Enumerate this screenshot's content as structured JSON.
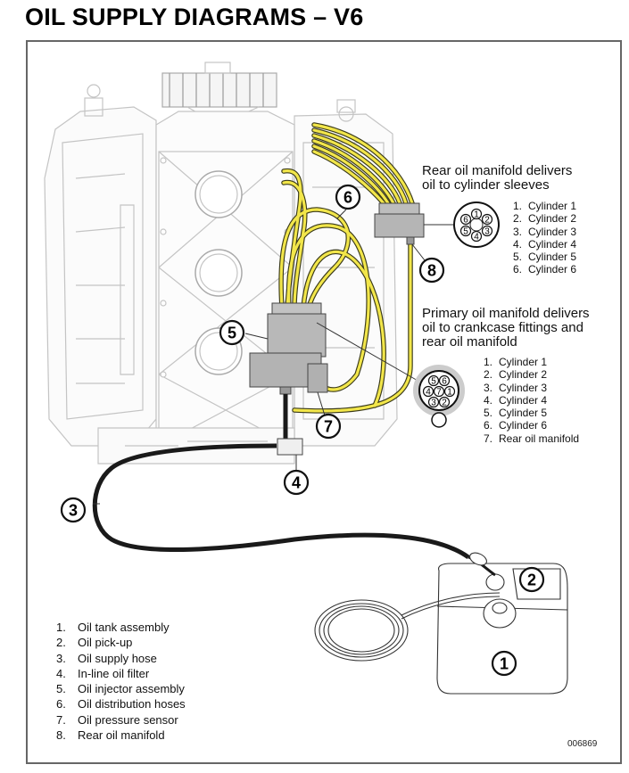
{
  "title": "OIL SUPPLY DIAGRAMS – V6",
  "figure_id": "006869",
  "colors": {
    "hose_yellow": "#f2e64a",
    "hose_outline": "#3a3a1a",
    "supply_hose": "#1a1a1a",
    "engine_lines": "#c8c8c8",
    "component_gray": "#b9b9b9",
    "frame": "#666666"
  },
  "callouts": [
    {
      "num": "1",
      "target": "Oil tank assembly"
    },
    {
      "num": "2",
      "target": "Oil pick-up"
    },
    {
      "num": "3",
      "target": "Oil supply hose"
    },
    {
      "num": "4",
      "target": "In-line oil filter"
    },
    {
      "num": "5",
      "target": "Oil injector assembly"
    },
    {
      "num": "6",
      "target": "Oil distribution hoses"
    },
    {
      "num": "7",
      "target": "Oil pressure sensor"
    },
    {
      "num": "8",
      "target": "Rear oil manifold"
    }
  ],
  "rear_manifold": {
    "caption_line1": "Rear oil manifold delivers",
    "caption_line2": "oil to cylinder sleeves",
    "connector_ports": [
      "1",
      "2",
      "3",
      "4",
      "5",
      "6"
    ],
    "items": [
      {
        "num": "1.",
        "label": "Cylinder 1"
      },
      {
        "num": "2.",
        "label": "Cylinder 2"
      },
      {
        "num": "3.",
        "label": "Cylinder 3"
      },
      {
        "num": "4.",
        "label": "Cylinder 4"
      },
      {
        "num": "5.",
        "label": "Cylinder 5"
      },
      {
        "num": "6.",
        "label": "Cylinder 6"
      }
    ]
  },
  "primary_manifold": {
    "caption_line1": "Primary oil manifold delivers",
    "caption_line2": "oil to crankcase fittings and",
    "caption_line3": "rear oil manifold",
    "connector_ports": [
      "1",
      "2",
      "3",
      "4",
      "5",
      "6",
      "7"
    ],
    "items": [
      {
        "num": "1.",
        "label": "Cylinder 1"
      },
      {
        "num": "2.",
        "label": "Cylinder 2"
      },
      {
        "num": "3.",
        "label": "Cylinder 3"
      },
      {
        "num": "4.",
        "label": "Cylinder 4"
      },
      {
        "num": "5.",
        "label": "Cylinder 5"
      },
      {
        "num": "6.",
        "label": "Cylinder 6"
      },
      {
        "num": "7.",
        "label": "Rear oil manifold"
      }
    ]
  },
  "legend": [
    {
      "num": "1.",
      "label": "Oil tank assembly"
    },
    {
      "num": "2.",
      "label": "Oil pick-up"
    },
    {
      "num": "3.",
      "label": "Oil supply hose"
    },
    {
      "num": "4.",
      "label": "In-line oil filter"
    },
    {
      "num": "5.",
      "label": "Oil injector assembly"
    },
    {
      "num": "6.",
      "label": "Oil distribution hoses"
    },
    {
      "num": "7.",
      "label": "Oil pressure sensor"
    },
    {
      "num": "8.",
      "label": "Rear oil manifold"
    }
  ]
}
